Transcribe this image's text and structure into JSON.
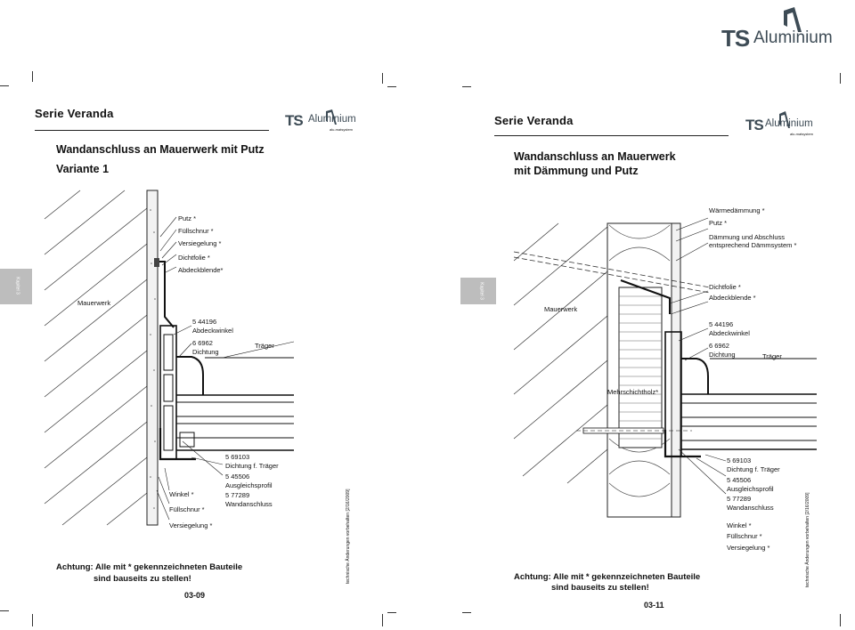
{
  "brand": {
    "ts": "TS",
    "aluminium": "Aluminium",
    "tagline": "alu-matsystem"
  },
  "left_page": {
    "series": "Serie Veranda",
    "title_line1": "Wandanschluss an Mauerwerk mit Putz",
    "title_line2": "Variante 1",
    "tab_text": "Kapitel 3",
    "labels": {
      "putz": "Putz *",
      "fuellschnur_top": "Füllschnur *",
      "versiegelung_top": "Versiegelung *",
      "dichtfolie": "Dichtfolie *",
      "abdeckblende": "Abdeckblende*",
      "mauerwerk": "Mauerwerk",
      "abdeckwinkel_no": "5 44196",
      "abdeckwinkel": "Abdeckwinkel",
      "dichtung_no": "6 6962",
      "dichtung": "Dichtung",
      "traeger": "Träger",
      "dichtung_traeger_no": "5 69103",
      "dichtung_traeger": "Dichtung f. Träger",
      "ausgleich_no": "5 45506",
      "ausgleich": "Ausgleichsprofil",
      "wandanschluss_no": "5 77289",
      "wandanschluss": "Wandanschluss",
      "winkel": "Winkel *",
      "fuellschnur_bottom": "Füllschnur *",
      "versiegelung_bottom": "Versiegelung *"
    },
    "note_line1": "Achtung: Alle mit * gekennzeichneten Bauteile",
    "note_line2": "sind bauseits zu stellen!",
    "page_number": "03-09",
    "vertical_note": "technische Änderungen vorbehalten [2/16/2009]"
  },
  "right_page": {
    "series": "Serie Veranda",
    "title_line1": "Wandanschluss an Mauerwerk",
    "title_line2": "mit Dämmung und Putz",
    "tab_text": "Kapitel 3",
    "labels": {
      "waermedaemmung": "Wärmedämmung *",
      "putz": "Putz *",
      "daemmung_line1": "Dämmung und Abschluss",
      "daemmung_line2": "entsprechend Dämmsystem *",
      "dichtfolie": "Dichtfolie *",
      "abdeckblende": "Abdeckblende *",
      "mauerwerk": "Mauerwerk",
      "abdeckwinkel_no": "5 44196",
      "abdeckwinkel": "Abdeckwinkel",
      "dichtung_no": "6 6962",
      "dichtung": "Dichtung",
      "traeger": "Träger",
      "mehrschichtholz": "Mehrschichtholz*",
      "dichtung_traeger_no": "5 69103",
      "dichtung_traeger": "Dichtung f. Träger",
      "ausgleich_no": "5 45506",
      "ausgleich": "Ausgleichsprofil",
      "wandanschluss_no": "5 77289",
      "wandanschluss": "Wandanschluss",
      "winkel": "Winkel *",
      "fuellschnur": "Füllschnur *",
      "versiegelung": "Versiegelung *"
    },
    "note_line1": "Achtung: Alle mit * gekennzeichneten Bauteile",
    "note_line2": "sind bauseits zu stellen!",
    "page_number": "03-11",
    "vertical_note": "technische Änderungen vorbehalten [2/16/2009]"
  }
}
